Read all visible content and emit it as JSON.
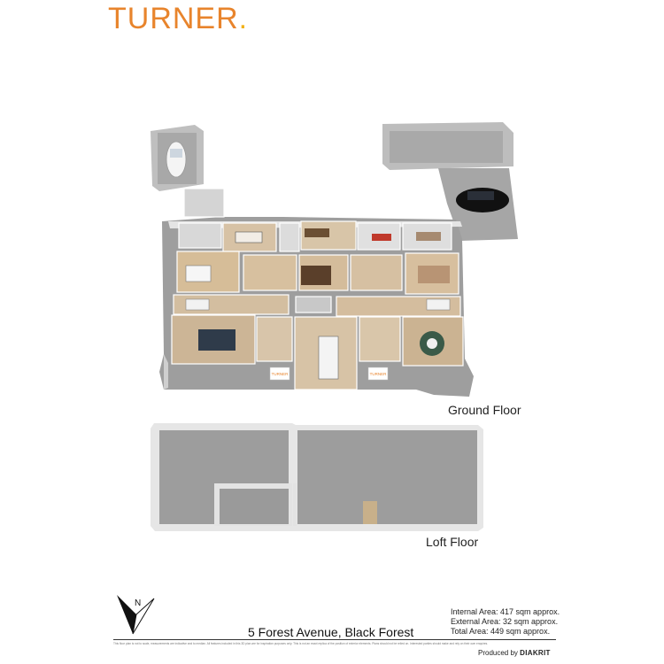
{
  "brand": {
    "name": "TURNER",
    "dot": ".",
    "color": "#e8842c",
    "dot_color": "#f2b21a"
  },
  "floors": {
    "ground": {
      "label": "Ground Floor"
    },
    "loft": {
      "label": "Loft Floor"
    }
  },
  "address": "5 Forest Avenue, Black Forest",
  "areas": {
    "internal": "Internal Area: 417 sqm approx.",
    "external": "External Area: 32 sqm approx.",
    "total": "Total Area: 449 sqm approx."
  },
  "compass": {
    "label": "N"
  },
  "signage": {
    "left": "TURNER",
    "right": "TURNER"
  },
  "disclaimer": "This floor plan is not to scale, measurements are indicative and to median. All features included in this 3D plan are for inspiration purposes only. This is not an exact replica of the position of exterior elements. Plans should not be relied on. Interested parties should make and rely on their own enquires.",
  "footer": {
    "produced_by": "Produced by",
    "producer": "DIAKRIT"
  }
}
